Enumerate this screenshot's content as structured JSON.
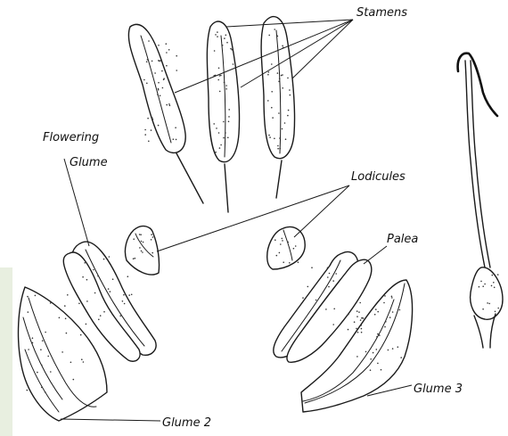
{
  "labels": {
    "stamens": "Stamens",
    "flowering_glume_line1": "Flowering",
    "flowering_glume_line2": "Glume",
    "lodicules": "Lodicules",
    "palea": "Palea",
    "glume3": "Glume 3",
    "glume2": "Glume 2"
  },
  "colors": {
    "ink": "#1a1a1a",
    "paper": "#ffffff",
    "edge_tint": "#e8efe0"
  }
}
